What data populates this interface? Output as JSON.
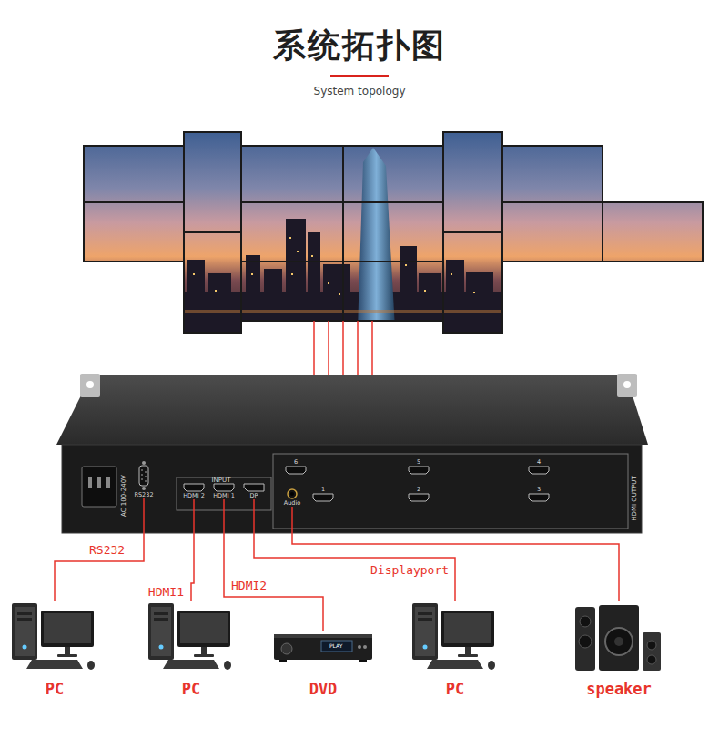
{
  "diagram": {
    "title": "系统拓扑图",
    "nodes": [
      {
        "text": [
          "AC 100-240V",
          "INPUT",
          "HDMI OUTPUT"
        ]
      },
      {
        "text": [
          "RS232"
        ],
        "in": 0
      },
      {
        "text": [
          "HDMI 2"
        ],
        "in": 0
      },
      {
        "text": [
          "HDMI 1"
        ],
        "in": 0
      },
      {
        "text": [
          "DP"
        ],
        "in": 0
      },
      {
        "text": [
          "Audio"
        ],
        "in": 0
      },
      {
        "text": [
          "6"
        ],
        "in": 0
      },
      {
        "text": [
          "5"
        ],
        "in": 0
      },
      {
        "text": [
          "4"
        ],
        "in": 0
      },
      {
        "text": [
          "1"
        ],
        "in": 0
      },
      {
        "text": [
          "2"
        ],
        "in": 0
      },
      {
        "text": [
          "3"
        ],
        "in": 0
      },
      {
        "text": [
          "PC"
        ]
      },
      {
        "text": [
          "PC"
        ]
      },
      {
        "text": [
          "DVD"
        ]
      },
      {
        "text": [
          "PC"
        ]
      },
      {
        "text": [
          "speaker"
        ]
      }
    ],
    "edges": [
      {
        "from": 1,
        "to": 12,
        "label": "RS232",
        "arrow": "none"
      },
      {
        "from": 2,
        "to": 13,
        "label": "HDMI1",
        "arrow": "none"
      },
      {
        "from": 3,
        "to": 14,
        "label": "HDMI2",
        "arrow": "none"
      },
      {
        "from": 4,
        "to": 15,
        "label": "Displayport",
        "arrow": "none"
      },
      {
        "from": 5,
        "to": 16,
        "arrow": "none"
      }
    ],
    "labels": [
      "System topology",
      "PLAY"
    ]
  }
}
